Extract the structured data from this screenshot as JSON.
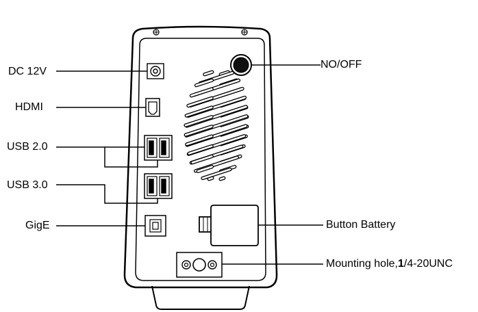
{
  "labels": {
    "dc": "DC 12V",
    "hdmi": "HDMI",
    "usb2": "USB 2.0",
    "usb3": "USB 3.0",
    "gige": "GigE",
    "onoff": "NO/OFF",
    "battery": "Button Battery",
    "mount_prefix": "Mounting hole,",
    "mount_bold": "1",
    "mount_suffix": "/4-20UNC"
  },
  "colors": {
    "stroke": "#000000",
    "background": "#ffffff"
  }
}
